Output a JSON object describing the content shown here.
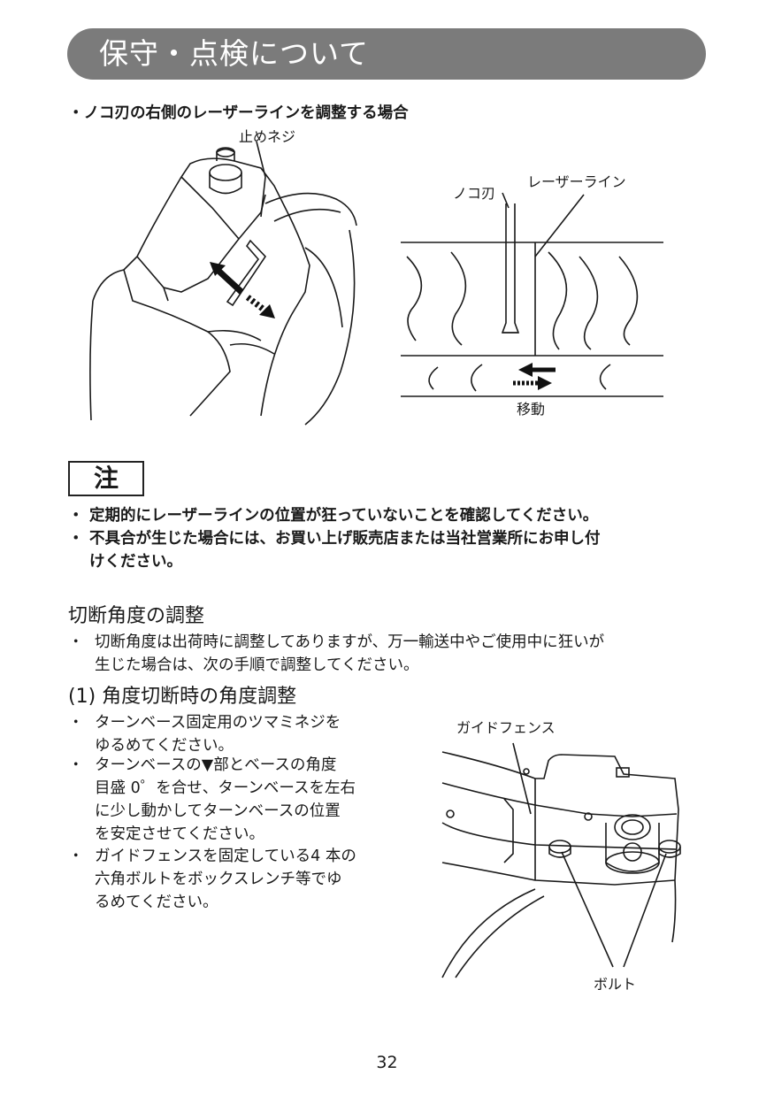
{
  "header": {
    "title": "保守・点検について"
  },
  "laser_section": {
    "heading": "・ノコ刃の右側のレーザーラインを調整する場合",
    "fig1": {
      "label_screw": "止めネジ"
    },
    "fig2": {
      "label_blade": "ノコ刃",
      "label_laser": "レーザーライン",
      "label_move": "移動"
    }
  },
  "note": {
    "badge": "注",
    "bullets": [
      {
        "dot": "・",
        "lines": [
          "定期的にレーザーラインの位置が狂っていないことを確認してください。"
        ]
      },
      {
        "dot": "・",
        "lines": [
          "不具合が生じた場合には、お買い上げ販売店または当社営業所にお申し付",
          "けください。"
        ]
      }
    ]
  },
  "cut_angle": {
    "title": "切断角度の調整",
    "dot": "・",
    "lines": [
      "切断角度は出荷時に調整してありますが、万一輸送中やご使用中に狂いが",
      "生じた場合は、次の手順で調整してください。"
    ]
  },
  "bevel": {
    "title": "(1) 角度切断時の角度調整",
    "bullets": [
      {
        "dot": "・",
        "lines": [
          "ターンベース固定用のツマミネジを",
          "ゆるめてください。"
        ]
      },
      {
        "dot": "・",
        "lines": [
          "ターンベースの▼部とベースの角度",
          "目盛 0゜を合せ、ターンベースを左右",
          "に少し動かしてターンベースの位置",
          "を安定させてください。"
        ]
      },
      {
        "dot": "・",
        "lines": [
          "ガイドフェンスを固定している4 本の",
          "六角ボルトをボックスレンチ等でゆ",
          "るめてください。"
        ]
      }
    ],
    "fig3": {
      "label_fence": "ガイドフェンス",
      "label_bolt": "ボルト"
    }
  },
  "page_number": "32"
}
